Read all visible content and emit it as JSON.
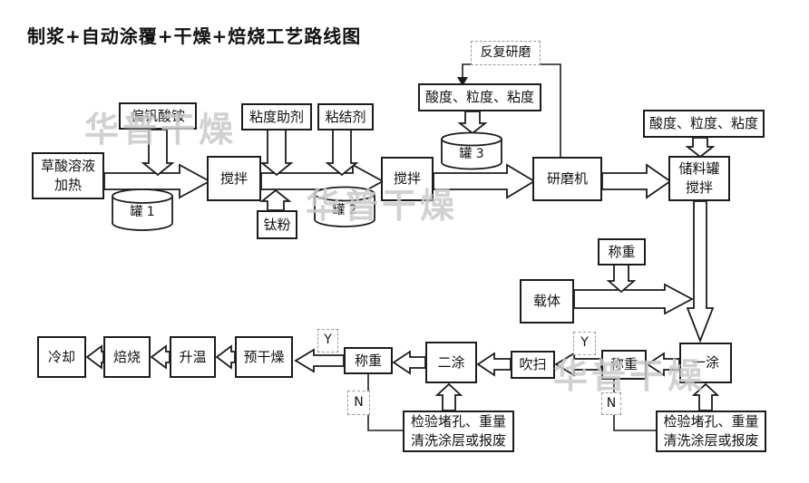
{
  "title": "制浆+自动涂覆+干燥+焙烧工艺路线图",
  "watermark": {
    "text": "华普干燥",
    "color": "#c9c9c9"
  },
  "nodes": {
    "ammonium_metavanadate": "偏钒酸铵",
    "oxalic_heating": "草酸溶液\n加热",
    "tank1": "罐 1",
    "stir1": "搅拌",
    "viscosity_aid": "粘度助剂",
    "binder": "粘结剂",
    "ti_powder": "钛粉",
    "tank2": "罐 2",
    "stir2": "搅拌",
    "repeat_grind": "反复研磨",
    "qc_left": "酸度、粒度、粘度",
    "tank3": "罐 3",
    "grinder": "研磨机",
    "qc_right": "酸度、粒度、粘度",
    "storage_stir": "储料罐\n搅拌",
    "weigh_top": "称重",
    "carrier": "载体",
    "coat1": "一涂",
    "weigh_right": "称重",
    "yes_right": "Y",
    "no_right": "N",
    "inspect_right": "检验堵孔、重量\n清洗涂层或报废",
    "blow": "吹扫",
    "coat2": "二涂",
    "weigh_mid": "称重",
    "yes_mid": "Y",
    "no_mid": "N",
    "inspect_mid": "检验堵孔、重量\n清洗涂层或报废",
    "predry": "预干燥",
    "heat_up": "升温",
    "roast": "焙烧",
    "cool": "冷却"
  }
}
